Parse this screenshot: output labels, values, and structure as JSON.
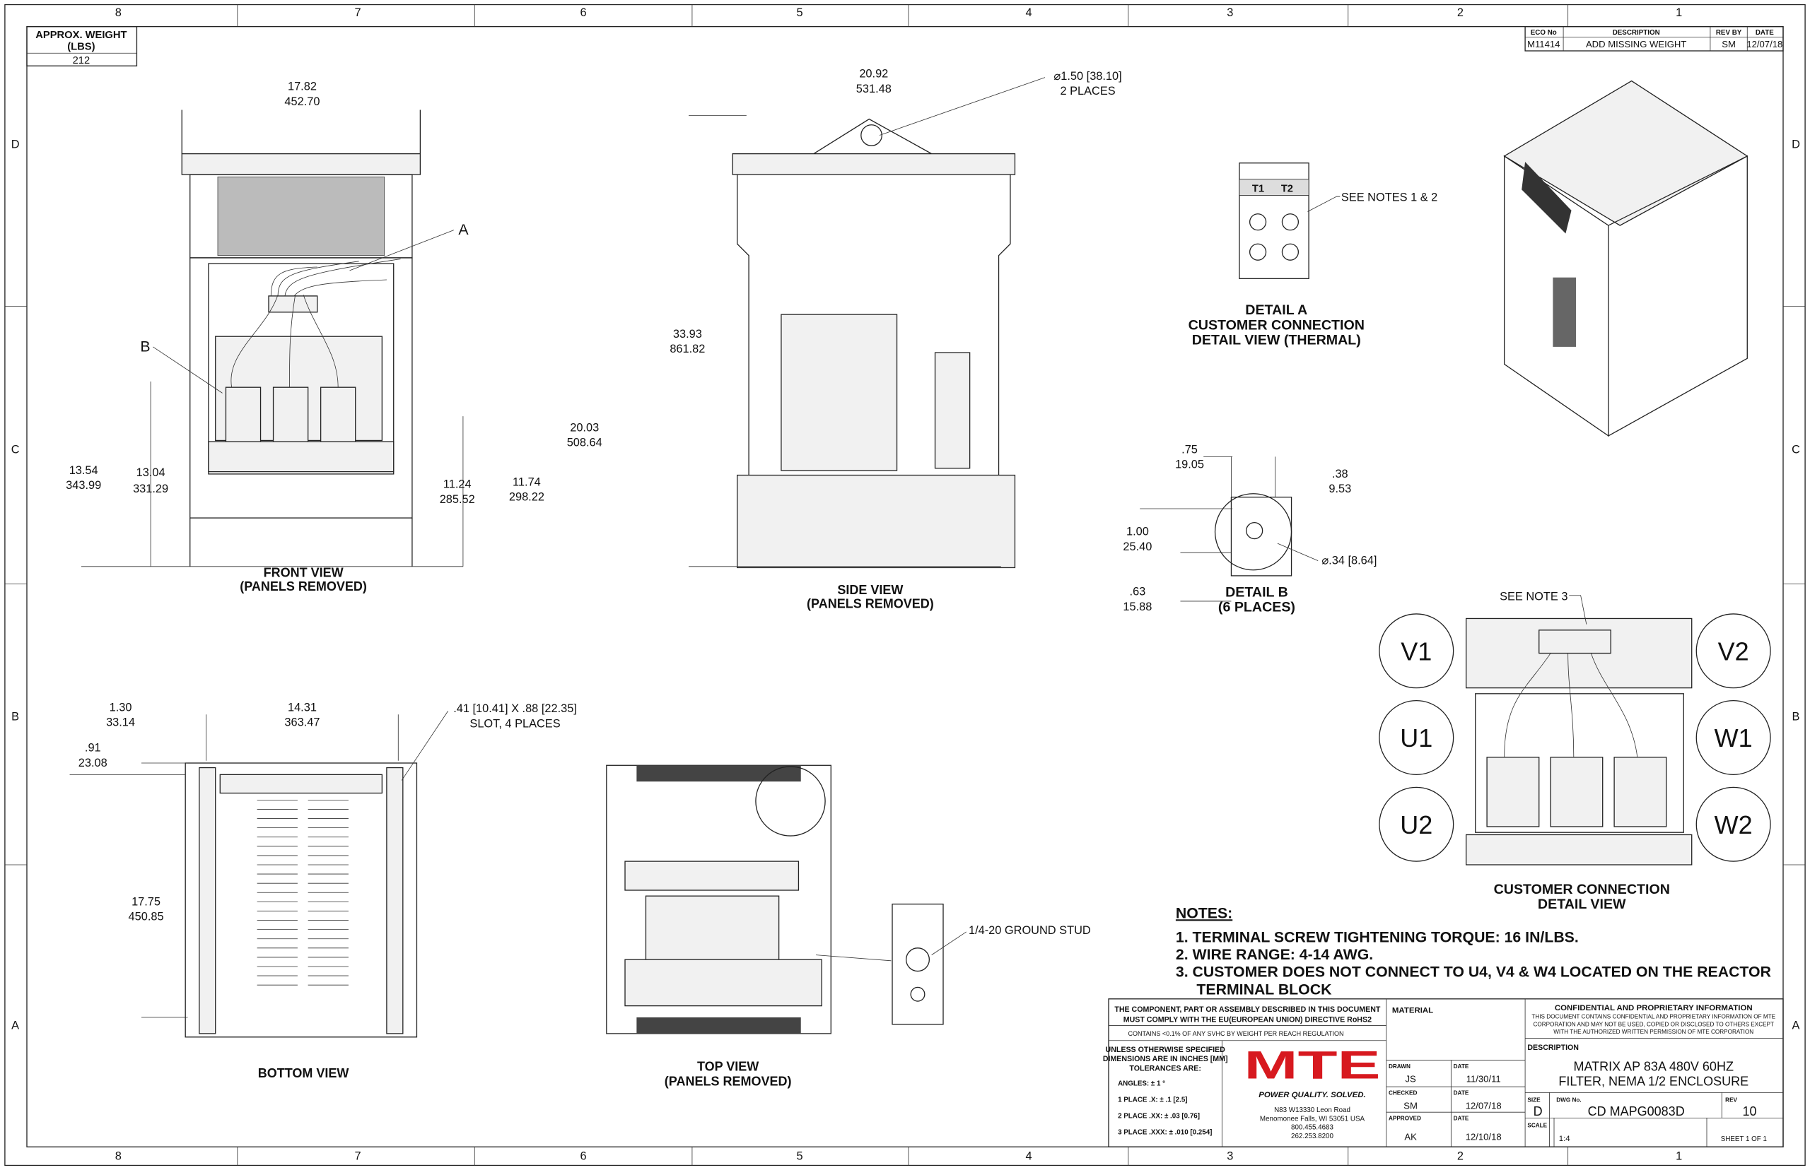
{
  "zones": {
    "columns": [
      "8",
      "7",
      "6",
      "5",
      "4",
      "3",
      "2",
      "1"
    ],
    "rows": [
      "D",
      "C",
      "B",
      "A"
    ]
  },
  "weight": {
    "label1": "APPROX. WEIGHT",
    "label2": "(LBS)",
    "value": "212"
  },
  "revision": {
    "headers": [
      "ECO No",
      "DESCRIPTION",
      "REV BY",
      "DATE"
    ],
    "row": [
      "M11414",
      "ADD MISSING WEIGHT",
      "SM",
      "12/07/18"
    ]
  },
  "front_view": {
    "title1": "FRONT VIEW",
    "title2": "(PANELS REMOVED)",
    "callout_a": "A",
    "callout_b": "B",
    "dims": [
      [
        "17.82",
        "452.70"
      ],
      [
        "13.54",
        "343.99"
      ],
      [
        "13.04",
        "331.29"
      ],
      [
        "11.24",
        "285.52"
      ],
      [
        "11.74",
        "298.22"
      ],
      [
        "20.03",
        "508.64"
      ]
    ]
  },
  "side_view": {
    "title1": "SIDE VIEW",
    "title2": "(PANELS REMOVED)",
    "dims": [
      [
        "20.92",
        "531.48"
      ],
      [
        "33.93",
        "861.82"
      ]
    ],
    "hole": "⌀1.50 [38.10]",
    "hole_note": "2 PLACES"
  },
  "detail_a": {
    "t1": "T1",
    "t2": "T2",
    "note": "SEE NOTES 1 & 2",
    "title1": "DETAIL A",
    "title2": "CUSTOMER CONNECTION",
    "title3": "DETAIL VIEW (THERMAL)"
  },
  "detail_b": {
    "dims": [
      [
        ".75",
        "19.05"
      ],
      [
        ".38",
        "9.53"
      ],
      [
        "1.00",
        "25.40"
      ],
      [
        ".63",
        "15.88"
      ]
    ],
    "hole": "⌀.34 [8.64]",
    "title1": "DETAIL B",
    "title2": "(6 PLACES)"
  },
  "customer_connection": {
    "note": "SEE NOTE 3",
    "terminals": [
      "V1",
      "V2",
      "U1",
      "W1",
      "U2",
      "W2"
    ],
    "title1": "CUSTOMER CONNECTION",
    "title2": "DETAIL VIEW"
  },
  "bottom_view": {
    "title": "BOTTOM VIEW",
    "dims": [
      [
        "1.30",
        "33.14"
      ],
      [
        "14.31",
        "363.47"
      ],
      [
        ".91",
        "23.08"
      ],
      [
        "17.75",
        "450.85"
      ]
    ],
    "slot1": ".41 [10.41] X .88 [22.35]",
    "slot2": "SLOT, 4 PLACES"
  },
  "top_view": {
    "title1": "TOP VIEW",
    "title2": "(PANELS REMOVED)",
    "ground": "1/4-20 GROUND STUD"
  },
  "notes": {
    "heading": "NOTES:",
    "items": [
      "1.  TERMINAL SCREW TIGHTENING TORQUE: 16 IN/LBS.",
      "2.  WIRE RANGE: 4-14 AWG.",
      "3.  CUSTOMER DOES NOT CONNECT TO U4, V4 & W4 LOCATED ON THE REACTOR",
      "     TERMINAL BLOCK"
    ]
  },
  "title_block": {
    "rohs1": "THE COMPONENT, PART OR ASSEMBLY DESCRIBED IN THIS DOCUMENT",
    "rohs2": "MUST COMPLY WITH THE EU(EUROPEAN UNION) DIRECTIVE RoHS2",
    "reach": "CONTAINS <0.1% OF ANY SVHC BY WEIGHT PER REACH REGULATION",
    "tol1": "UNLESS OTHERWISE SPECIFIED",
    "tol2": "DIMENSIONS ARE IN INCHES [MM]",
    "tol3": "TOLERANCES ARE:",
    "angles": "ANGLES: ± 1 °",
    "place1": "1 PLACE .X: ± .1 [2.5]",
    "place2": "2 PLACE .XX: ± .03 [0.76]",
    "place3": "3 PLACE .XXX: ± .010 [0.254]",
    "logo": "MTE",
    "tagline": "POWER QUALITY. SOLVED.",
    "address": [
      "N83 W13330 Leon Road",
      "Menomonee Falls, WI 53051 USA",
      "800.455.4683",
      "262.253.8200"
    ],
    "material_label": "MATERIAL",
    "drawn_label": "DRAWN",
    "drawn": "JS",
    "drawn_date": "11/30/11",
    "checked_label": "CHECKED",
    "checked": "SM",
    "checked_date": "12/07/18",
    "approved_label": "APPROVED",
    "approved": "AK",
    "approved_date": "12/10/18",
    "date_label": "DATE",
    "conf_title": "CONFIDENTIAL AND PROPRIETARY INFORMATION",
    "conf": [
      "THIS DOCUMENT CONTAINS CONFIDENTIAL AND PROPRIETARY INFORMATION OF MTE",
      "CORPORATION AND MAY NOT BE USED, COPIED OR DISCLOSED TO OTHERS EXCEPT",
      "WITH THE AUTHORIZED WRITTEN PERMISSION OF MTE CORPORATION"
    ],
    "desc_label": "DESCRIPTION",
    "desc1": "MATRIX AP 83A 480V 60HZ",
    "desc2": "FILTER, NEMA 1/2 ENCLOSURE",
    "size_label": "SIZE",
    "size": "D",
    "dwg_label": "DWG No.",
    "dwg": "CD MAPG0083D",
    "rev_label": "REV",
    "rev": "10",
    "scale_label": "SCALE",
    "scale": "1:4",
    "sheet": "SHEET 1  OF 1",
    "brand_color": "#d7191f"
  }
}
